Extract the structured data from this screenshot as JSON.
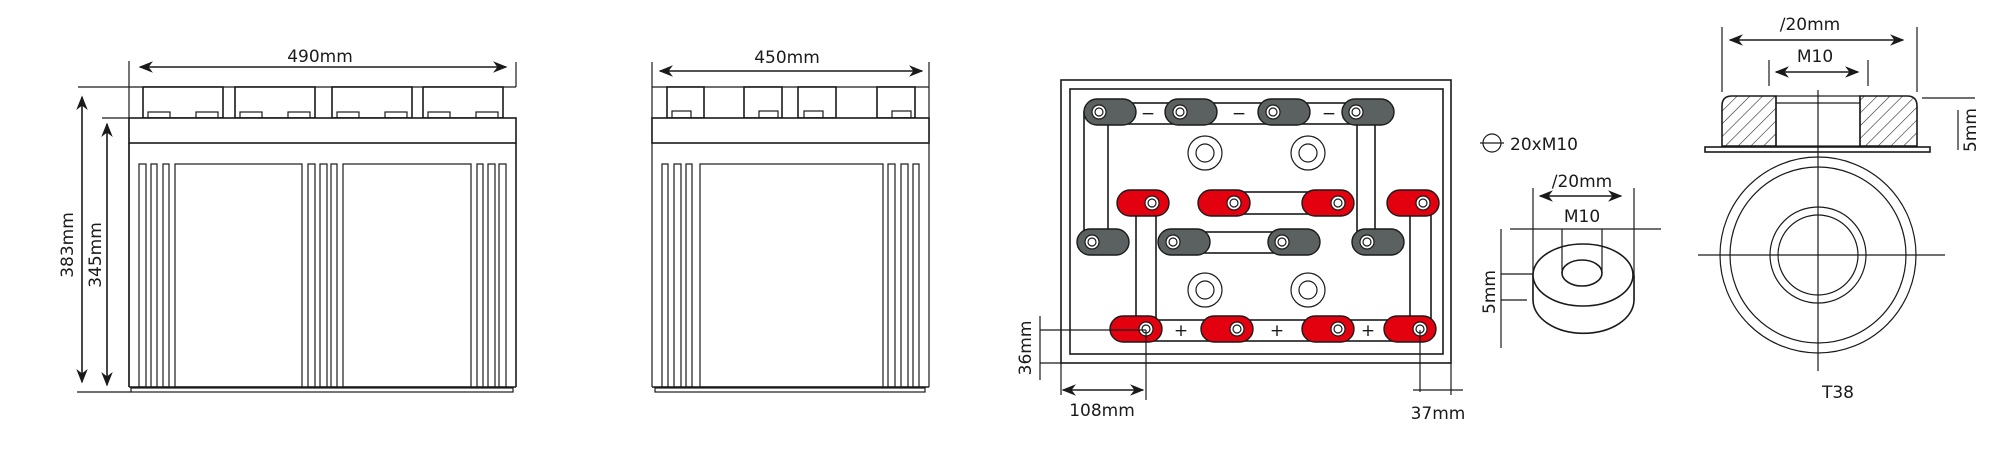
{
  "front_view": {
    "width_label": "490mm",
    "total_height_label": "383mm",
    "body_height_label": "345mm"
  },
  "side_view": {
    "depth_label": "450mm"
  },
  "top_view": {
    "terminal_offset_label": "108mm",
    "edge_offset_label": "37mm",
    "row_offset_label": "36mm",
    "negative_sign": "−",
    "positive_sign": "+",
    "colors": {
      "negative": "#5b6160",
      "positive": "#e3000f"
    }
  },
  "terminal_spec": {
    "legend_label": "20xM10"
  },
  "small_terminal": {
    "diameter_label": "∕20mm",
    "thread_label": "M10",
    "height_label": "5mm"
  },
  "t38_terminal": {
    "diameter_label": "∕20mm",
    "thread_label": "M10",
    "height_label": "5mm",
    "name": "T38"
  }
}
